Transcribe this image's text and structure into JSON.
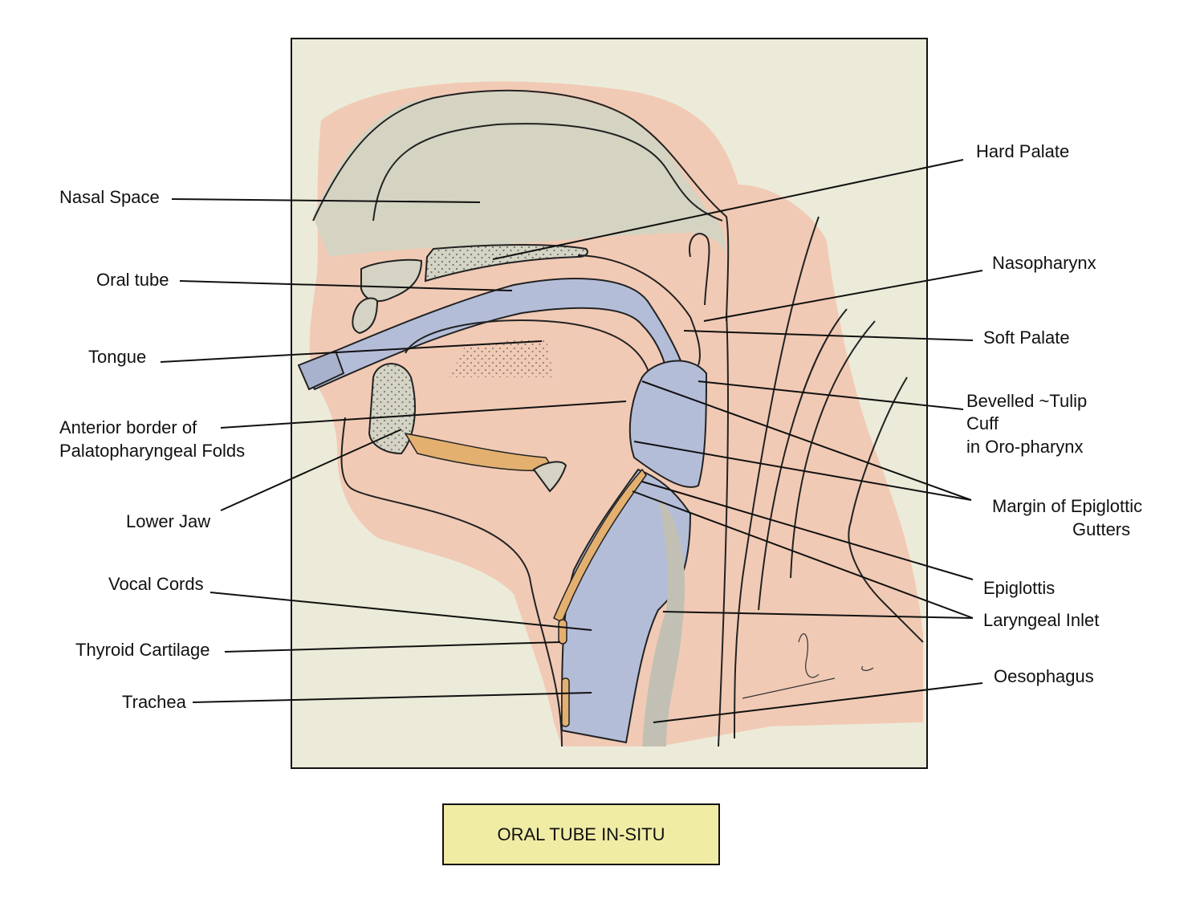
{
  "figure": {
    "title": "ORAL TUBE IN-SITU",
    "colors": {
      "paper": "#ecebd9",
      "skin": "#f0c0a8",
      "tube": "#b4bdd8",
      "bone": "#d4d3c4",
      "cartilage": "#e3b070",
      "airway_grey": "#c2c0b5",
      "caption_bg": "#f0eca4"
    }
  },
  "labels": {
    "left": [
      {
        "id": "nasal-space",
        "text": "Nasal Space"
      },
      {
        "id": "oral-tube",
        "text": "Oral tube"
      },
      {
        "id": "tongue",
        "text": "Tongue"
      },
      {
        "id": "anterior-border",
        "text": "Anterior border of",
        "text2": "Palatopharyngeal Folds"
      },
      {
        "id": "lower-jaw",
        "text": "Lower Jaw"
      },
      {
        "id": "vocal-cords",
        "text": "Vocal Cords"
      },
      {
        "id": "thyroid-cartilage",
        "text": "Thyroid Cartilage"
      },
      {
        "id": "trachea",
        "text": "Trachea"
      }
    ],
    "right": [
      {
        "id": "hard-palate",
        "text": "Hard Palate"
      },
      {
        "id": "nasopharynx",
        "text": "Nasopharynx"
      },
      {
        "id": "soft-palate",
        "text": "Soft Palate"
      },
      {
        "id": "bevelled-cuff",
        "text": "Bevelled ~Tulip",
        "text2": "Cuff",
        "text3": "in Oro-pharynx"
      },
      {
        "id": "epiglottic-gutters",
        "text": "Margin of Epiglottic",
        "text2": "Gutters"
      },
      {
        "id": "epiglottis",
        "text": "Epiglottis"
      },
      {
        "id": "laryngeal-inlet",
        "text": "Laryngeal Inlet"
      },
      {
        "id": "oesophagus",
        "text": "Oesophagus"
      }
    ]
  }
}
